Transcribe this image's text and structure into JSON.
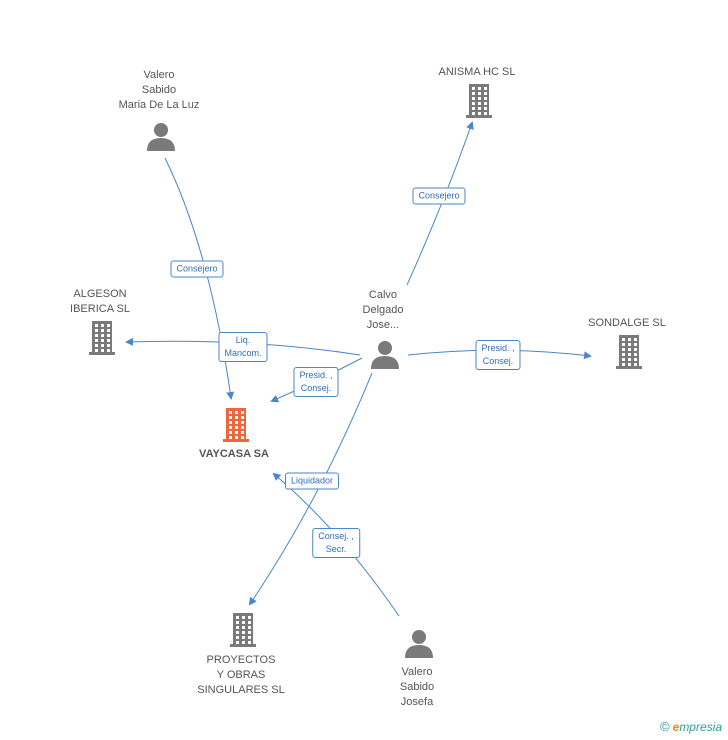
{
  "colors": {
    "edge": "#4a86c8",
    "icon": "#7a7a7a",
    "main_icon": "#f0663a",
    "text": "#555555"
  },
  "nodes": [
    {
      "id": "valero-maria",
      "type": "person",
      "label": "Valero\nSabido\nMaria De La Luz"
    },
    {
      "id": "anisma",
      "type": "company",
      "label": "ANISMA HC SL"
    },
    {
      "id": "algeson",
      "type": "company",
      "label": "ALGESON\nIBERICA SL"
    },
    {
      "id": "calvo",
      "type": "person",
      "label": "Calvo\nDelgado\nJose..."
    },
    {
      "id": "sondalge",
      "type": "company",
      "label": "SONDALGE SL"
    },
    {
      "id": "vaycasa",
      "type": "company",
      "main": true,
      "label": "VAYCASA SA"
    },
    {
      "id": "proyectos",
      "type": "company",
      "label": "PROYECTOS\nY OBRAS\nSINGULARES  SL"
    },
    {
      "id": "valero-josefa",
      "type": "person",
      "label": "Valero\nSabido\nJosefa"
    }
  ],
  "edges": [
    {
      "from": "valero-maria",
      "to": "vaycasa",
      "label": "Consejero"
    },
    {
      "from": "calvo",
      "to": "anisma",
      "label": "Consejero"
    },
    {
      "from": "calvo",
      "to": "algeson",
      "label": "Liq.\nMancom."
    },
    {
      "from": "calvo",
      "to": "vaycasa",
      "label": "Presid. ,\nConsej."
    },
    {
      "from": "calvo",
      "to": "sondalge",
      "label": "Presid. ,\nConsej."
    },
    {
      "from": "calvo",
      "to": "proyectos",
      "label": "Liquidador"
    },
    {
      "from": "valero-josefa",
      "to": "vaycasa",
      "label": "Consej. ,\nSecr."
    }
  ],
  "footer": {
    "copyright": "©",
    "brand_initial": "e",
    "brand_rest": "mpresia"
  }
}
